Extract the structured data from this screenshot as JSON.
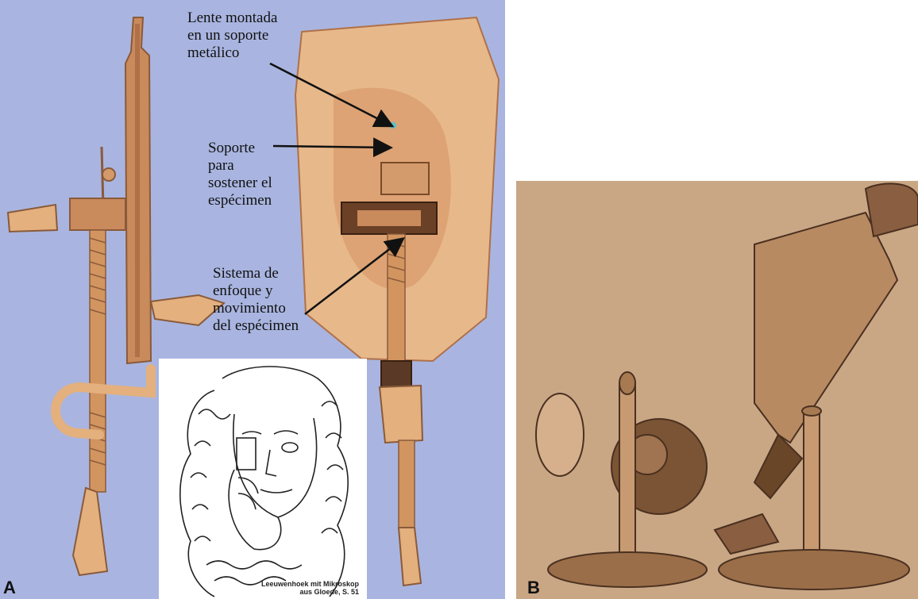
{
  "panel_a": {
    "letter": "A",
    "callouts": [
      {
        "id": "lens",
        "text": "Lente montada\nen un soporte\nmetálico"
      },
      {
        "id": "holder",
        "text": "Soporte\npara\nsostener el\nespécimen"
      },
      {
        "id": "focus",
        "text": "Sistema de\nenfoque y\nmovimiento\ndel espécimen"
      }
    ],
    "inset": {
      "caption": "Leeuwenhoek mit Mikroskop\naus Gloede, S. 51"
    }
  },
  "panel_b": {
    "letter": "B"
  },
  "colors": {
    "panel_a_bg": "#a9b5e0",
    "panel_b_bg": "#c9a785",
    "brass": "#c98a5c",
    "plate": "#e3b07e"
  }
}
